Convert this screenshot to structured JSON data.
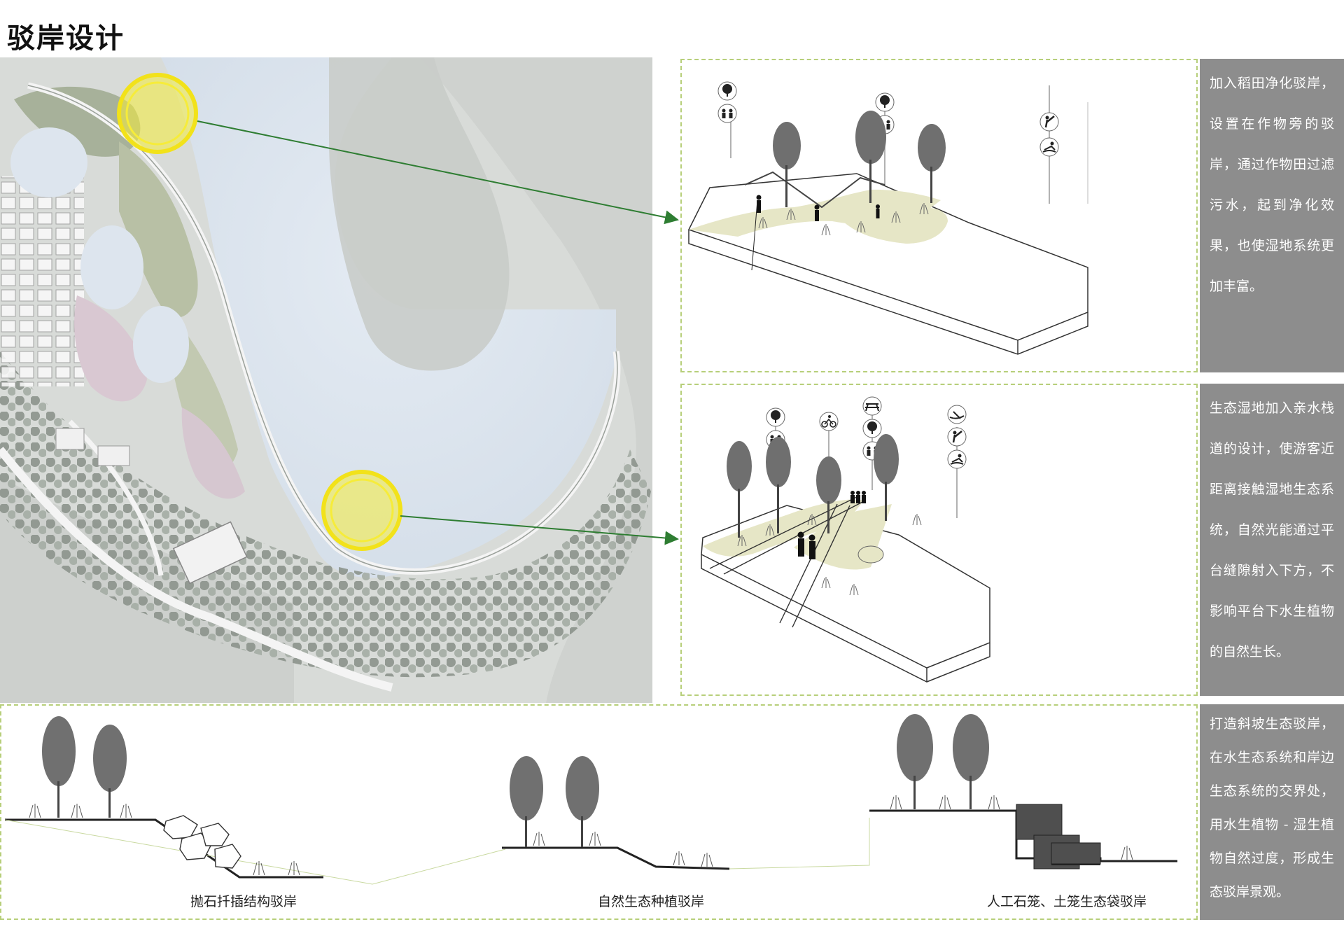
{
  "page": {
    "title": "驳岸设计"
  },
  "panels": {
    "top": {
      "description": "加入稻田净化驳岸，设置在作物旁的驳岸，通过作物田过滤污水，起到净化效果，也使湿地系统更加丰富。"
    },
    "middle": {
      "description": "生态湿地加入亲水栈道的设计，使游客近距离接触湿地生态系统，自然光能通过平台缝隙射入下方，不影响平台下水生植物的自然生长。"
    },
    "bottom": {
      "description": "打造斜坡生态驳岸，在水生态系统和岸边生态系统的交界处，用水生植物 - 湿生植物自然过度，形成生态驳岸景观。",
      "sections": [
        {
          "label": "抛石扦插结构驳岸"
        },
        {
          "label": "自然生态种植驳岸"
        },
        {
          "label": "人工石笼、土笼生态袋驳岸"
        }
      ]
    }
  },
  "colors": {
    "dashed_border": "#b7cf7a",
    "callout_arrow": "#2e7d32",
    "highlight_circle": "#f2e21a",
    "side_box": "#8d8d8d",
    "ground_fill": "#e6e6c6"
  },
  "icons": [
    "tree-icon",
    "people-icon",
    "bicycle-icon",
    "picnic-table-icon",
    "fishing-icon",
    "swimming-icon",
    "kayak-icon"
  ]
}
